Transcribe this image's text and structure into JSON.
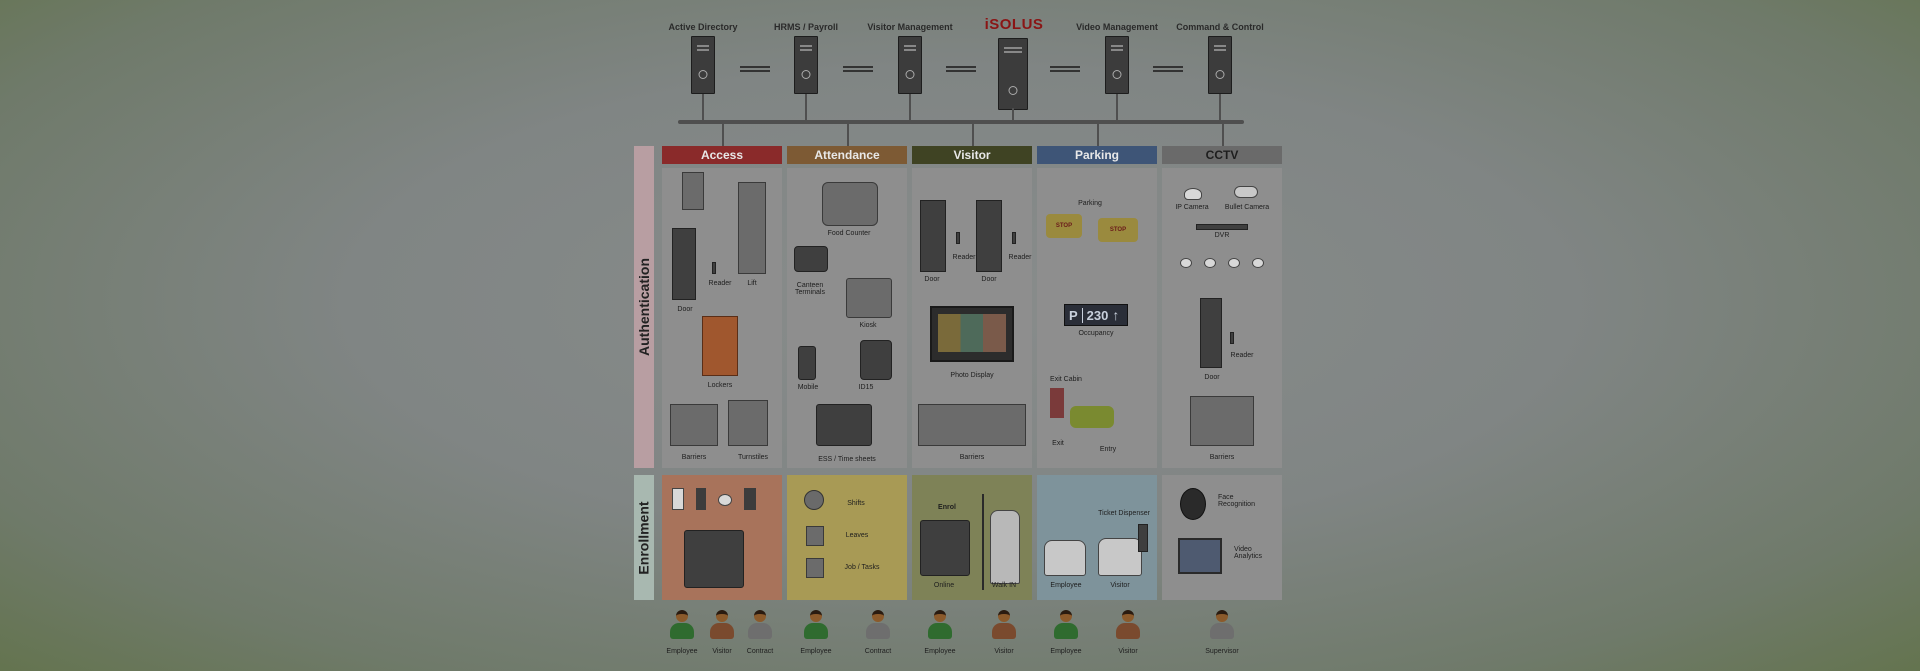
{
  "brand": "iSOLUS",
  "systems": [
    "Active Directory",
    "HRMS / Payroll",
    "Visitor Management",
    "Video Management",
    "Command & Control"
  ],
  "side_labels": {
    "authentication": "Authentication",
    "enrollment": "Enrollment"
  },
  "columns": [
    {
      "name": "Access",
      "color": "#8a2a2a",
      "enr_color": "#a8735b"
    },
    {
      "name": "Attendance",
      "color": "#7d5a34",
      "enr_color": "#a89a55"
    },
    {
      "name": "Visitor",
      "color": "#3f4323",
      "enr_color": "#7e8257"
    },
    {
      "name": "Parking",
      "color": "#3e5577",
      "enr_color": "#7e939b"
    },
    {
      "name": "CCTV",
      "color": "#6a6a6a",
      "enr_color": "#8e8e8e"
    }
  ],
  "access": {
    "door": "Door",
    "reader": "Reader",
    "lift": "Lift",
    "lockers": "Lockers",
    "barriers": "Barriers",
    "turnstiles": "Turnstiles"
  },
  "attendance": {
    "food_counter": "Food Counter",
    "canteen": "Canteen\nTerminals",
    "kiosk": "Kiosk",
    "mobile": "Mobile",
    "id15": "ID15",
    "ess": "ESS / Time sheets",
    "shifts": "Shifts",
    "leaves": "Leaves",
    "jobs": "Job / Tasks"
  },
  "visitor": {
    "door1": "Door",
    "reader1": "Reader",
    "door2": "Door",
    "reader2": "Reader",
    "photo_display": "Photo Display",
    "barriers": "Barriers",
    "enrol": "Enrol",
    "online": "Online",
    "walkin": "Walk IN"
  },
  "parking": {
    "parking": "Parking",
    "stop": "STOP",
    "p": "P",
    "count": "230",
    "arrow": "↑",
    "occupancy": "Occupancy",
    "exit_cabin": "Exit Cabin",
    "exit": "Exit",
    "entry": "Entry",
    "ticket": "Ticket Dispenser",
    "employee": "Employee",
    "visitor": "Visitor"
  },
  "cctv": {
    "ip_camera": "IP Camera",
    "bullet_camera": "Bullet Camera",
    "dvr": "DVR",
    "door": "Door",
    "reader": "Reader",
    "barriers": "Barriers",
    "face": "Face\nRecognition",
    "video": "Video\nAnalytics"
  },
  "people": [
    {
      "label": "Employee",
      "color": "#2f6b2f"
    },
    {
      "label": "Visitor",
      "color": "#7a4a2e"
    },
    {
      "label": "Contract",
      "color": "#6e6e6e"
    },
    {
      "label": "Employee",
      "color": "#2f6b2f"
    },
    {
      "label": "Contract",
      "color": "#6e6e6e"
    },
    {
      "label": "Employee",
      "color": "#2f6b2f"
    },
    {
      "label": "Visitor",
      "color": "#7a4a2e"
    },
    {
      "label": "Employee",
      "color": "#2f6b2f"
    },
    {
      "label": "Visitor",
      "color": "#7a4a2e"
    },
    {
      "label": "Supervisor",
      "color": "#6e6e6e"
    }
  ]
}
